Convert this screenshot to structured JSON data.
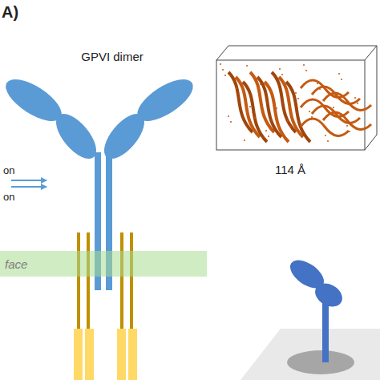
{
  "diagram": {
    "nodes": [
      {
        "text": [
          "face"
        ]
      }
    ],
    "labels": [
      "A)",
      "GPVI dimer",
      "on",
      "on",
      "114 Å"
    ]
  }
}
